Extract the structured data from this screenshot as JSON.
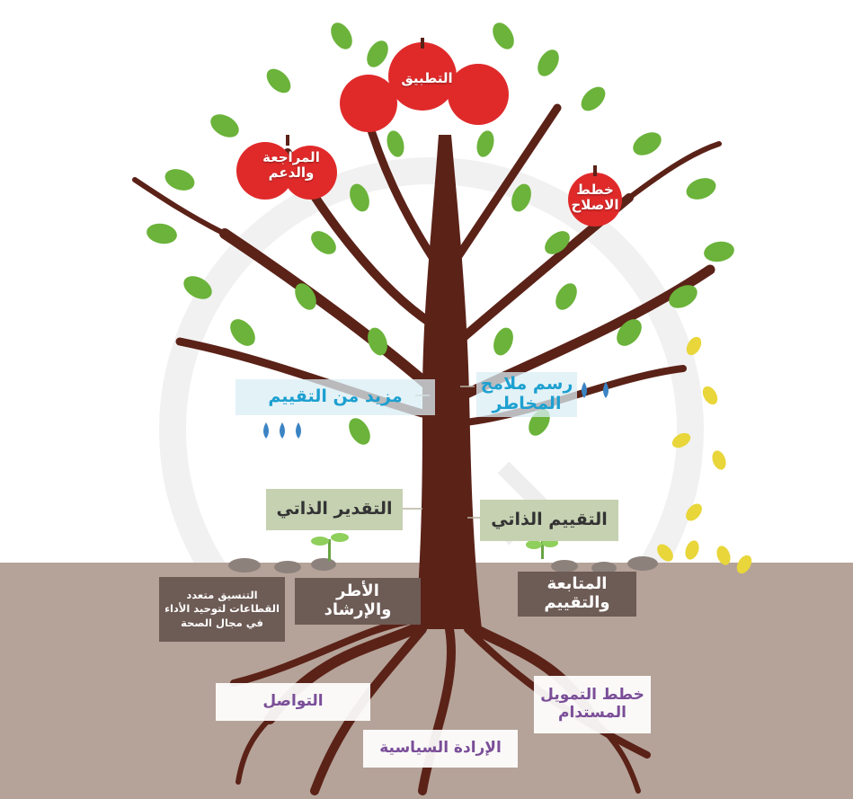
{
  "colors": {
    "soil": "#b5a399",
    "trunk": "#5b2218",
    "leaf": "#6bb33a",
    "apple": "#e02a2a",
    "sky_text": "#1da0d0",
    "purple_text": "#7a4e98",
    "label_green_bg": "#c5d1b1",
    "label_dark_bg": "#6d5b55"
  },
  "apples": {
    "top": "التطبيق",
    "left": "المراجعة\nوالدعم",
    "right": "خطط\nالاصلاح"
  },
  "canopy_labels": {
    "more_assessment": "مزيد من التقييم",
    "risk_profiling": "رسم ملامح\nالمخاطر"
  },
  "trunk_labels": {
    "self_estimation": "التقدير الذاتي",
    "self_assessment": "التقييم الذاتي"
  },
  "ground_labels": {
    "frameworks": "الأطر\nوالإرشاد",
    "follow_up": "المتابعة\nوالتقييم",
    "coordination": "التنسيق متعدد\nالقطاعات لتوحيد الأداء\nفي مجال الصحة"
  },
  "root_labels": {
    "communication": "التواصل",
    "political_will": "الإرادة السياسية",
    "sustainable_funding": "خطط التمويل\nالمستدام"
  },
  "icons": [
    "apple-icon",
    "leaf-icon",
    "water-drop-icon",
    "seedling-icon",
    "stone-icon",
    "cycle-arrow-icon"
  ]
}
